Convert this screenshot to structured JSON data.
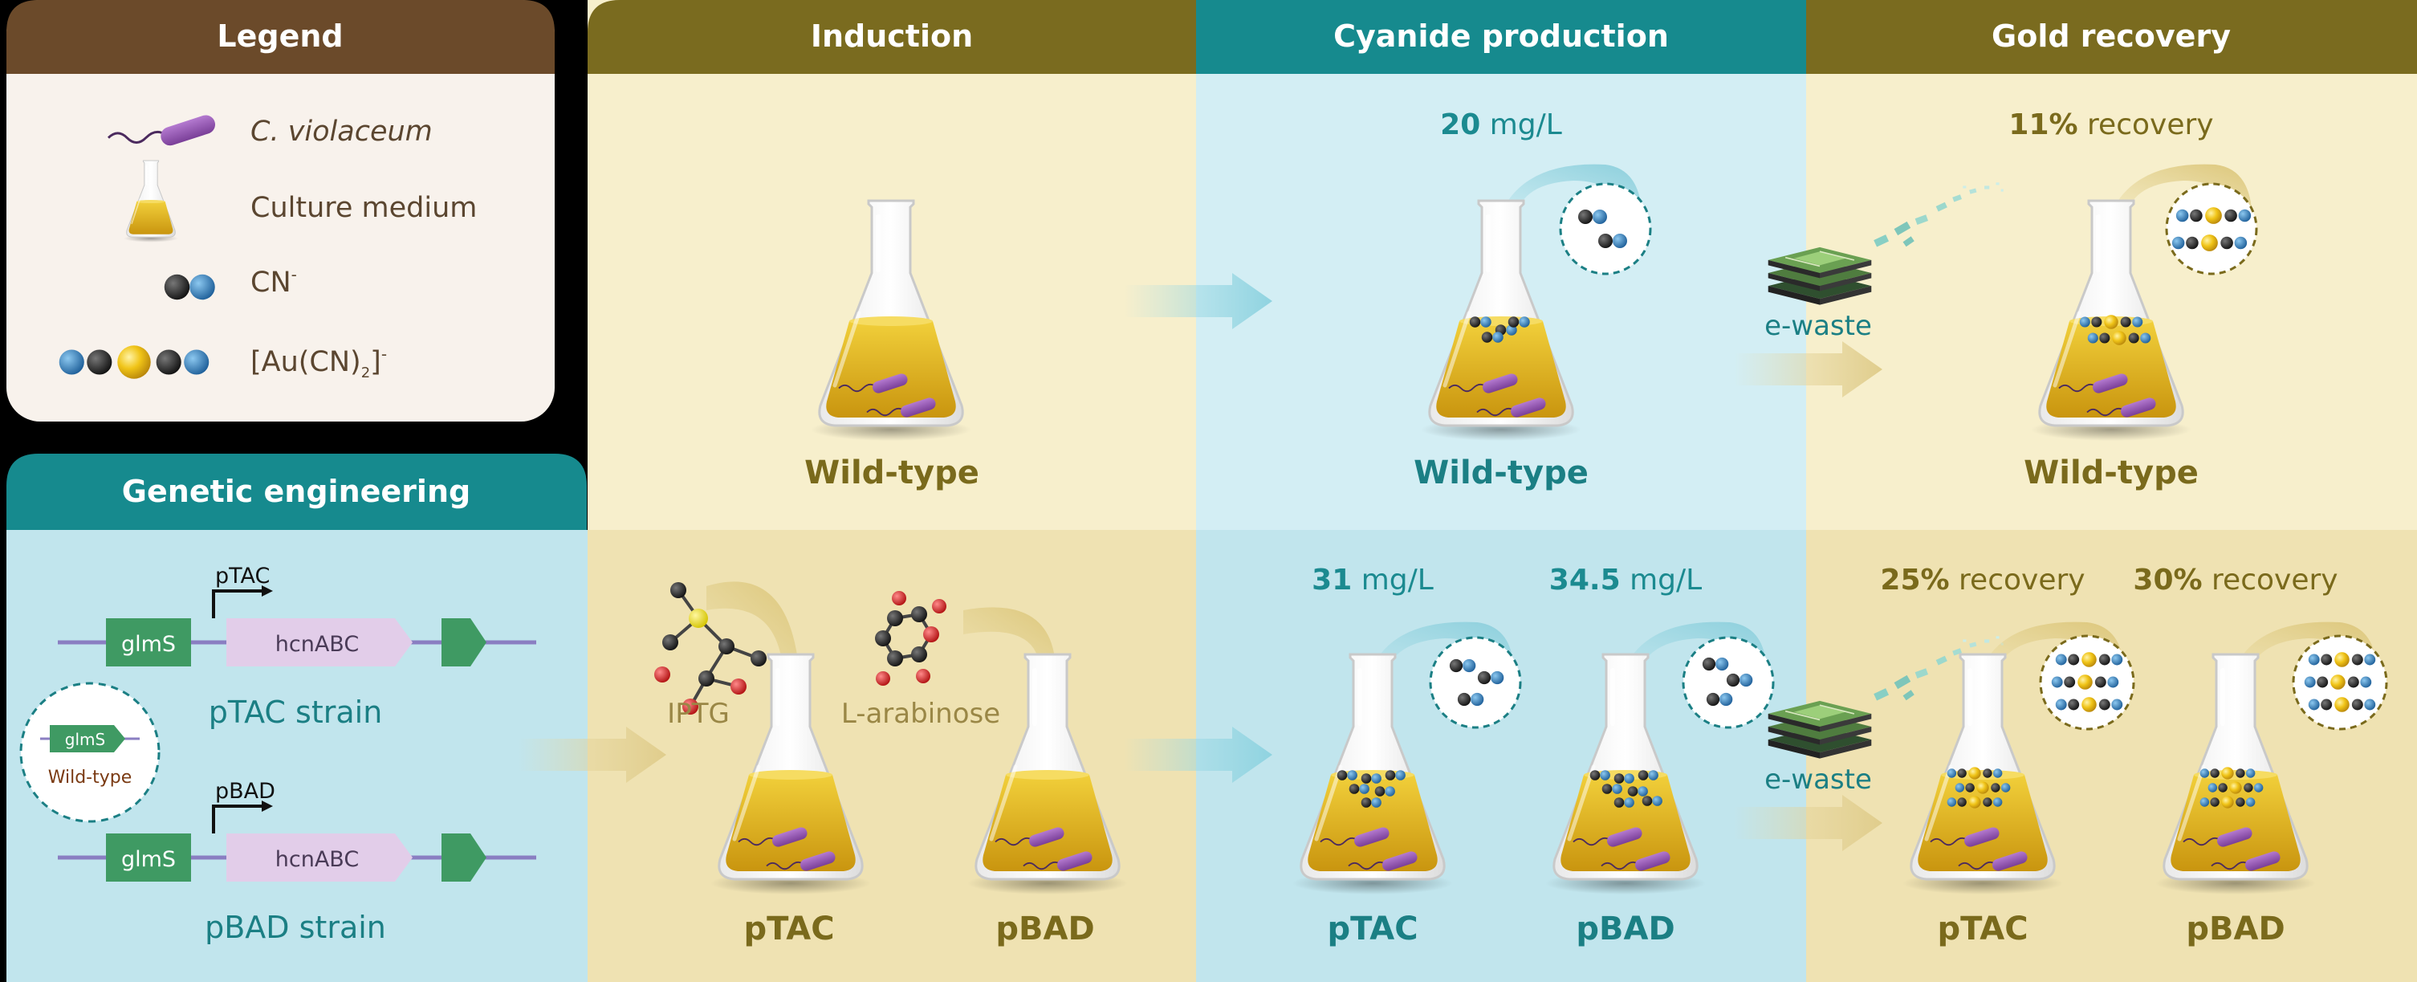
{
  "colors": {
    "legend_header": "#6b4a2a",
    "legend_bg": "#f8f2ec",
    "teal_header": "#168a8e",
    "olive_header": "#7a6b1f",
    "cream_top": "#f7efcc",
    "cream_bottom": "#efe2b2",
    "blue_top": "#d3eef4",
    "blue_bottom": "#c1e5ed",
    "genetic_bg": "#c1e5ed",
    "olive_text": "#7a6a1c",
    "teal_text": "#1b7f84",
    "legend_text": "#5b4630",
    "gene_green": "#3f9a63",
    "gene_purple": "#e2cde9",
    "bacterium": "#8b4fa7",
    "gold": "#e6b91c",
    "cn_black": "#222222",
    "cn_blue": "#2c78b8"
  },
  "legend": {
    "title": "Legend",
    "bacterium": "C. violaceum",
    "medium": "Culture medium",
    "cn": "CN",
    "cn_sup": "-",
    "au": "[Au(CN)",
    "au_sub": "2",
    "au_sup": "]",
    "au_sup2": "-"
  },
  "genetic": {
    "title": "Genetic engineering",
    "gene1": "glmS",
    "gene2": "hcnABC",
    "promoter_tac": "pTAC",
    "promoter_bad": "pBAD",
    "strain_tac": "pTAC strain",
    "strain_bad": "pBAD strain",
    "wt_gene": "glmS",
    "wt_label": "Wild-type"
  },
  "induction": {
    "title": "Induction",
    "wt_label": "Wild-type",
    "inducer1": "IPTG",
    "inducer2": "L-arabinose",
    "flask1": "pTAC",
    "flask2": "pBAD"
  },
  "cyanide": {
    "title": "Cyanide production",
    "wt_value": "20",
    "wt_unit": " mg/L",
    "wt_label": "Wild-type",
    "tac_value": "31",
    "tac_unit": " mg/L",
    "bad_value": "34.5",
    "bad_unit": " mg/L",
    "flask1": "pTAC",
    "flask2": "pBAD",
    "ewaste": "e-waste"
  },
  "gold": {
    "title": "Gold recovery",
    "wt_value": "11%",
    "wt_unit": " recovery",
    "wt_label": "Wild-type",
    "tac_value": "25%",
    "tac_unit": " recovery",
    "bad_value": "30%",
    "bad_unit": " recovery",
    "flask1": "pTAC",
    "flask2": "pBAD"
  }
}
